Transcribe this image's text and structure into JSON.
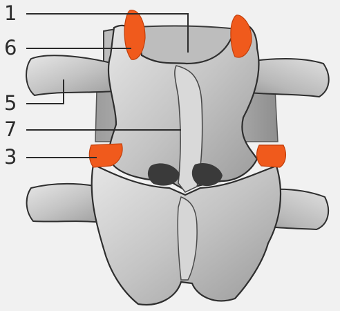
{
  "labels": [
    {
      "id": "label-1",
      "text": "1"
    },
    {
      "id": "label-6",
      "text": "6"
    },
    {
      "id": "label-5",
      "text": "5"
    },
    {
      "id": "label-7",
      "text": "7"
    },
    {
      "id": "label-3",
      "text": "3"
    }
  ],
  "colors": {
    "background": "#f1f1f1",
    "bone": "#c9c9c9",
    "bone_light": "#e4e4e4",
    "bone_dark": "#8f8f8f",
    "outline": "#2e2e2e",
    "highlight": "#f05a1c",
    "leader_line": "#2b2b2b"
  }
}
